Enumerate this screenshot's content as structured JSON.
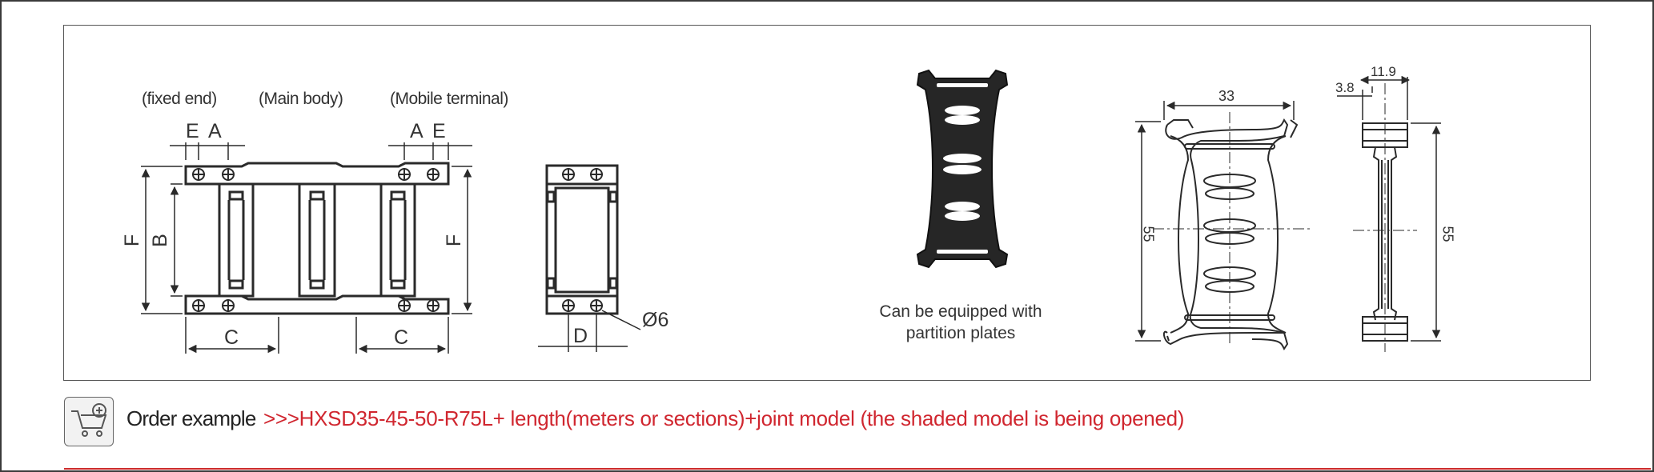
{
  "headers": {
    "fixed_end": "(fixed end)",
    "main_body": "(Main body)",
    "mobile_terminal": "(Mobile terminal)"
  },
  "dimensions": {
    "E": "E",
    "A": "A",
    "B": "B",
    "C": "C",
    "D": "D",
    "F": "F",
    "hole_dia": "Ø6",
    "width_33": "33",
    "height_55": "55",
    "dim_3_8": "3.8",
    "dim_11_9": "11.9"
  },
  "caption": {
    "line1": "Can be equipped with",
    "line2": "partition plates"
  },
  "order": {
    "icon": "cart-add-icon",
    "label": "Order example",
    "code": ">>>HXSD35-45-50-R75L+ length(meters or sections)+joint model (the shaded model is being opened)"
  },
  "colors": {
    "order_code": "#d0262f",
    "line": "#2a2a2a",
    "separator": "#cc2b2b"
  }
}
